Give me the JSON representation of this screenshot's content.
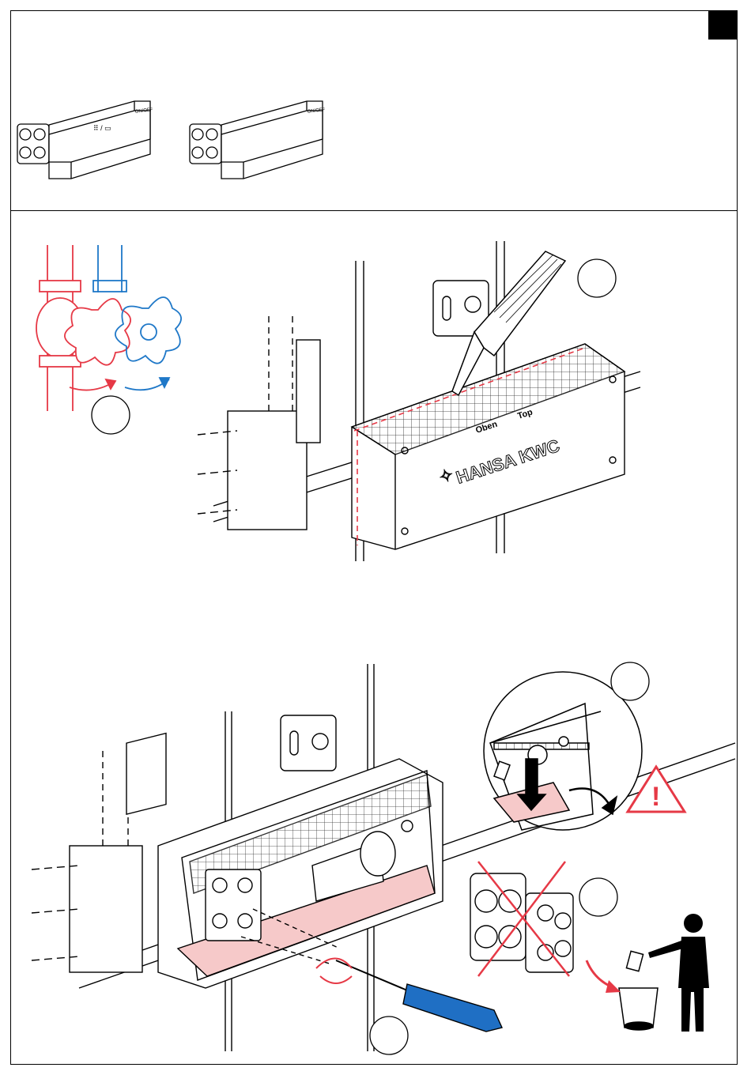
{
  "page": {
    "section_tab": "",
    "products": [
      {
        "onoff_label": "ON/OFF"
      },
      {
        "onoff_label": "ON/OFF"
      }
    ],
    "box": {
      "label_oben": "Oben",
      "label_top": "Top",
      "brand": "HANSA KWC"
    },
    "warning_mark": "!"
  },
  "colors": {
    "hot": "#e63946",
    "cold": "#1f78c8",
    "tape": "#f6c9c9",
    "screwdriver": "#1f6fc4",
    "line": "#000000"
  }
}
